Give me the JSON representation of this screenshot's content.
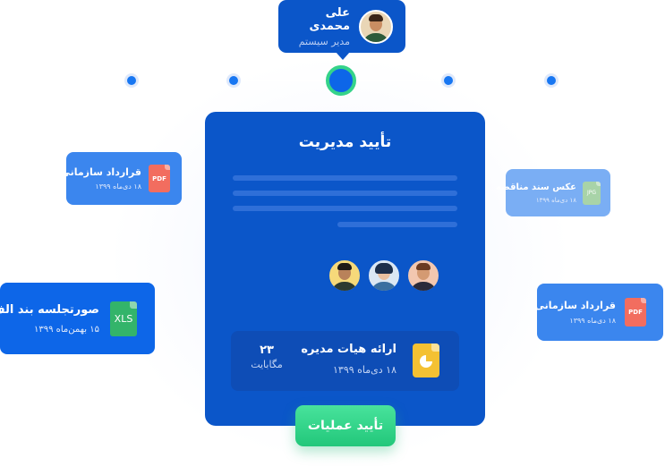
{
  "colors": {
    "primary_blue": "#0b56c9",
    "accent_blue": "#0d66e8",
    "green": "#35d38a",
    "pdf_red": "#f26d5f",
    "xls_green": "#33b46a",
    "ppt_yellow": "#f4c133"
  },
  "user": {
    "name": "علی محمدی",
    "role": "مدیر سیستم",
    "avatar_icon": "user-avatar-icon"
  },
  "timeline": {
    "steps": 5,
    "active_step": 3
  },
  "main_card": {
    "title": "تأیید مدیریت",
    "members_icon": "member-avatars",
    "document": {
      "icon": "presentation-file-icon",
      "title": "ارائه هیات مدیره",
      "date": "۱۸ دی‌ماه ۱۳۹۹",
      "size": "۲۳",
      "size_unit": "مگابایت"
    }
  },
  "approve_button": "تأیید عملیات",
  "files": [
    {
      "name": "قرارداد سازمانی",
      "date": "۱۸ دی‌ماه ۱۳۹۹",
      "type": "PDF"
    },
    {
      "name": "صورتجلسه بند الف",
      "date": "۱۵ بهمن‌ماه ۱۳۹۹",
      "type": "XLS"
    },
    {
      "name": "عکس سند مناقصه",
      "date": "۱۸ دی‌ماه ۱۳۹۹",
      "type": "JPG"
    },
    {
      "name": "قرارداد سازمانی",
      "date": "۱۸ دی‌ماه ۱۳۹۹",
      "type": "PDF"
    }
  ]
}
